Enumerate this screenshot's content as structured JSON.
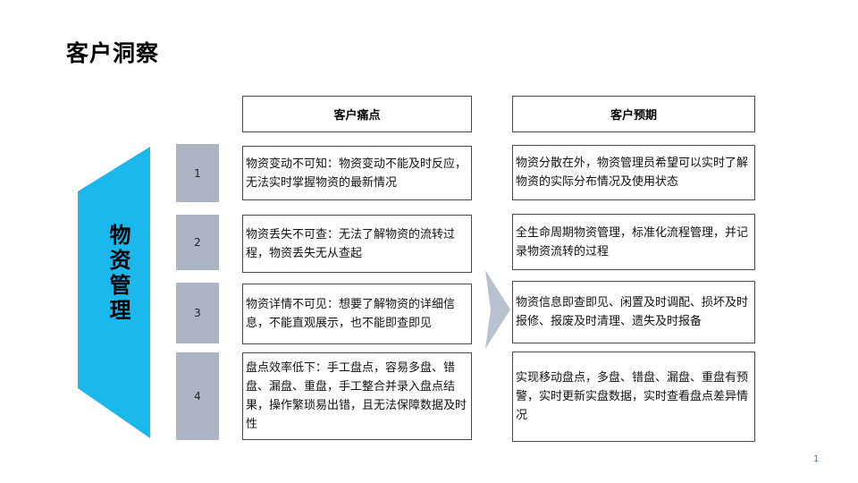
{
  "title": "客户洞察",
  "side_label": "物资管理",
  "headers": {
    "pain": "客户痛点",
    "expect": "客户预期"
  },
  "rows": [
    {
      "num": "1",
      "pain": "物资变动不可知：物资变动不能及时反应，无法实时掌握物资的最新情况",
      "expect": "物资分散在外，物资管理员希望可以实时了解物资的实际分布情况及使用状态"
    },
    {
      "num": "2",
      "pain": "物资丢失不可查：无法了解物资的流转过程，物资丢失无从查起",
      "expect": "全生命周期物资管理，标准化流程管理，并记录物资流转的过程"
    },
    {
      "num": "3",
      "pain": "物资详情不可见：想要了解物资的详细信息，不能直观展示，也不能即查即见",
      "expect": "物资信息即查即见、闲置及时调配、损坏及时报修、报废及时清理、遗失及时报备"
    },
    {
      "num": "4",
      "pain": "盘点效率低下：手工盘点，容易多盘、错盘、漏盘、重盘，手工整合并录入盘点结果，操作繁琐易出错，且无法保障数据及时性",
      "expect": "实现移动盘点，多盘、错盘、漏盘、重盘有预警，实时更新实盘数据，实时查看盘点差异情况"
    }
  ],
  "page_number": "1",
  "colors": {
    "accent": "#1ab8ec",
    "number_box": "#adb5c5",
    "arrow": "#b8c1cf",
    "page_number": "#2e7fd0"
  },
  "icons": {
    "arrow": "chevron-right-shape"
  }
}
